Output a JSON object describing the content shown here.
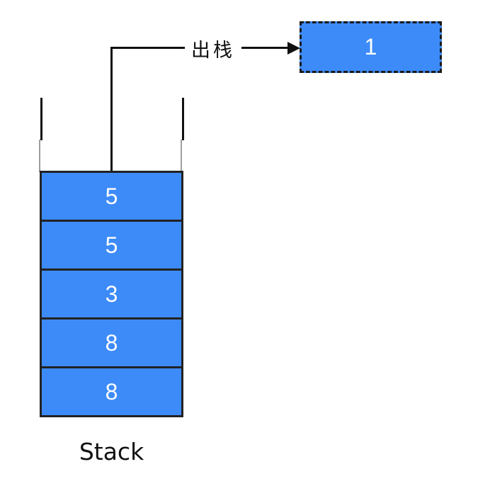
{
  "stack": {
    "caption": "Stack",
    "items": [
      "5",
      "5",
      "3",
      "8",
      "8"
    ]
  },
  "pop": {
    "arrow_label": "出栈",
    "popped_value": "1"
  },
  "colors": {
    "box_fill": "#3D8BF8",
    "box_border": "#222222",
    "line": "#111111",
    "box_text": "#FFFFFF",
    "caption_text": "#111111",
    "wall_shadow": "#9E9E9E",
    "background": "#FFFFFF"
  }
}
